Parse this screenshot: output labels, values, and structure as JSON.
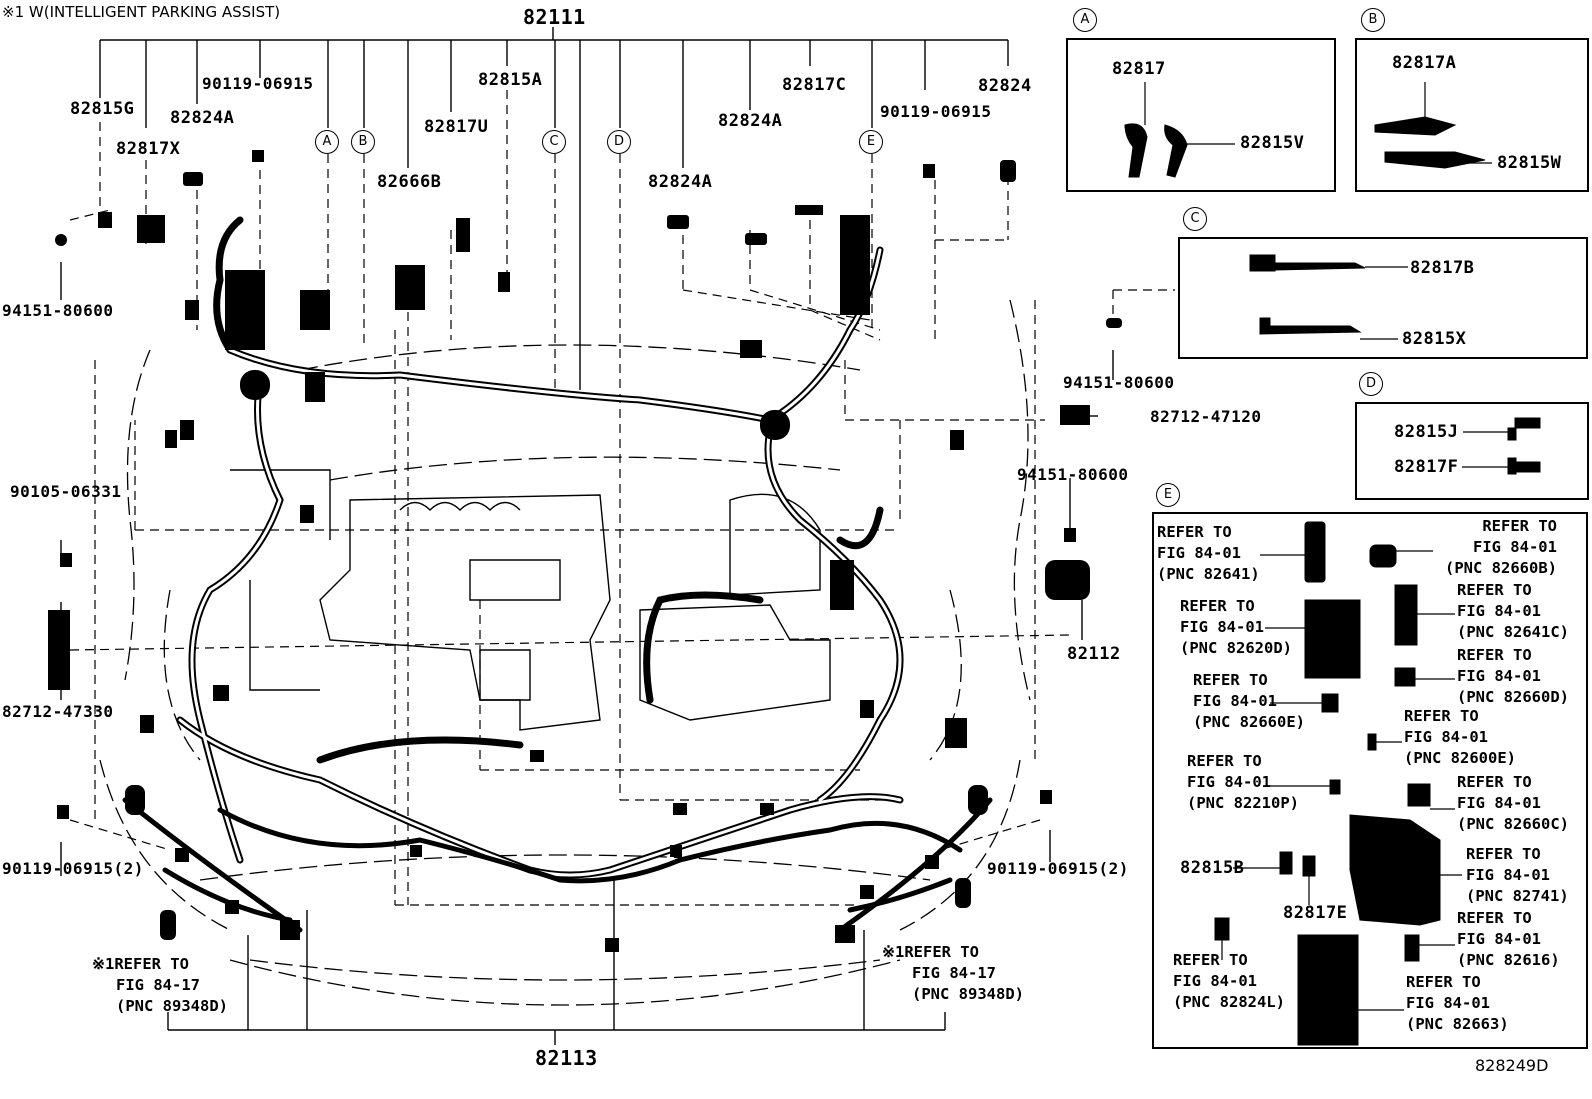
{
  "note": "※1 W(INTELLIGENT PARKING ASSIST)",
  "doc_number": "828249D",
  "main": {
    "harness_top": "82111",
    "harness_bottom": "82113",
    "fuse_holder": "82112",
    "parts": [
      {
        "id": "p1",
        "text": "82815G"
      },
      {
        "id": "p2",
        "text": "82817X"
      },
      {
        "id": "p3",
        "text": "82824A"
      },
      {
        "id": "p4",
        "text": "90119-06915"
      },
      {
        "id": "p5",
        "text": "82817U"
      },
      {
        "id": "p6",
        "text": "82815A"
      },
      {
        "id": "p7",
        "text": "82666B"
      },
      {
        "id": "p8",
        "text": "82824A"
      },
      {
        "id": "p9",
        "text": "82824A"
      },
      {
        "id": "p10",
        "text": "82817C"
      },
      {
        "id": "p11",
        "text": "90119-06915"
      },
      {
        "id": "p12",
        "text": "82824"
      },
      {
        "id": "p13",
        "text": "94151-80600"
      },
      {
        "id": "p14",
        "text": "90105-06331"
      },
      {
        "id": "p15",
        "text": "82712-47330"
      },
      {
        "id": "p16",
        "text": "90119-06915(2)"
      },
      {
        "id": "p17",
        "text": "90119-06915(2)"
      },
      {
        "id": "p18",
        "text": "94151-80600"
      },
      {
        "id": "p19",
        "text": "82712-47120"
      },
      {
        "id": "p20",
        "text": "94151-80600"
      }
    ],
    "callouts": [
      "A",
      "B",
      "C",
      "D",
      "E"
    ],
    "refer_left": [
      "※1REFER TO",
      "FIG 84-17",
      "(PNC 89348D)"
    ],
    "refer_right": [
      "※1REFER TO",
      "FIG 84-17",
      "(PNC 89348D)"
    ]
  },
  "panel_a": {
    "tag": "A",
    "parts": [
      "82817",
      "82815V"
    ]
  },
  "panel_b": {
    "tag": "B",
    "parts": [
      "82817A",
      "82815W"
    ]
  },
  "panel_c": {
    "tag": "C",
    "parts": [
      "82817B",
      "82815X"
    ]
  },
  "panel_d": {
    "tag": "D",
    "parts": [
      "82815J",
      "82817F"
    ]
  },
  "panel_e": {
    "tag": "E",
    "parts": [
      "82815B",
      "82817E"
    ],
    "refs": [
      {
        "id": "r1",
        "lines": [
          "REFER TO",
          "FIG 84-01",
          "(PNC 82641)"
        ]
      },
      {
        "id": "r2",
        "lines": [
          "REFER TO",
          "FIG 84-01",
          "(PNC 82660B)"
        ]
      },
      {
        "id": "r3",
        "lines": [
          "REFER TO",
          "FIG 84-01",
          "(PNC 82620D)"
        ]
      },
      {
        "id": "r4",
        "lines": [
          "REFER TO",
          "FIG 84-01",
          "(PNC 82641C)"
        ]
      },
      {
        "id": "r5",
        "lines": [
          "REFER TO",
          "FIG 84-01",
          "(PNC 82660D)"
        ]
      },
      {
        "id": "r6",
        "lines": [
          "REFER TO",
          "FIG 84-01",
          "(PNC 82660E)"
        ]
      },
      {
        "id": "r7",
        "lines": [
          "REFER TO",
          "FIG 84-01",
          "(PNC 82600E)"
        ]
      },
      {
        "id": "r8",
        "lines": [
          "REFER TO",
          "FIG 84-01",
          "(PNC 82210P)"
        ]
      },
      {
        "id": "r9",
        "lines": [
          "REFER TO",
          "FIG 84-01",
          "(PNC 82660C)"
        ]
      },
      {
        "id": "r10",
        "lines": [
          "REFER TO",
          "FIG 84-01",
          "(PNC 82741)"
        ]
      },
      {
        "id": "r11",
        "lines": [
          "REFER TO",
          "FIG 84-01",
          "(PNC 82616)"
        ]
      },
      {
        "id": "r12",
        "lines": [
          "REFER TO",
          "FIG 84-01",
          "(PNC 82824L)"
        ]
      },
      {
        "id": "r13",
        "lines": [
          "REFER TO",
          "FIG 84-01",
          "(PNC 82663)"
        ]
      }
    ]
  }
}
